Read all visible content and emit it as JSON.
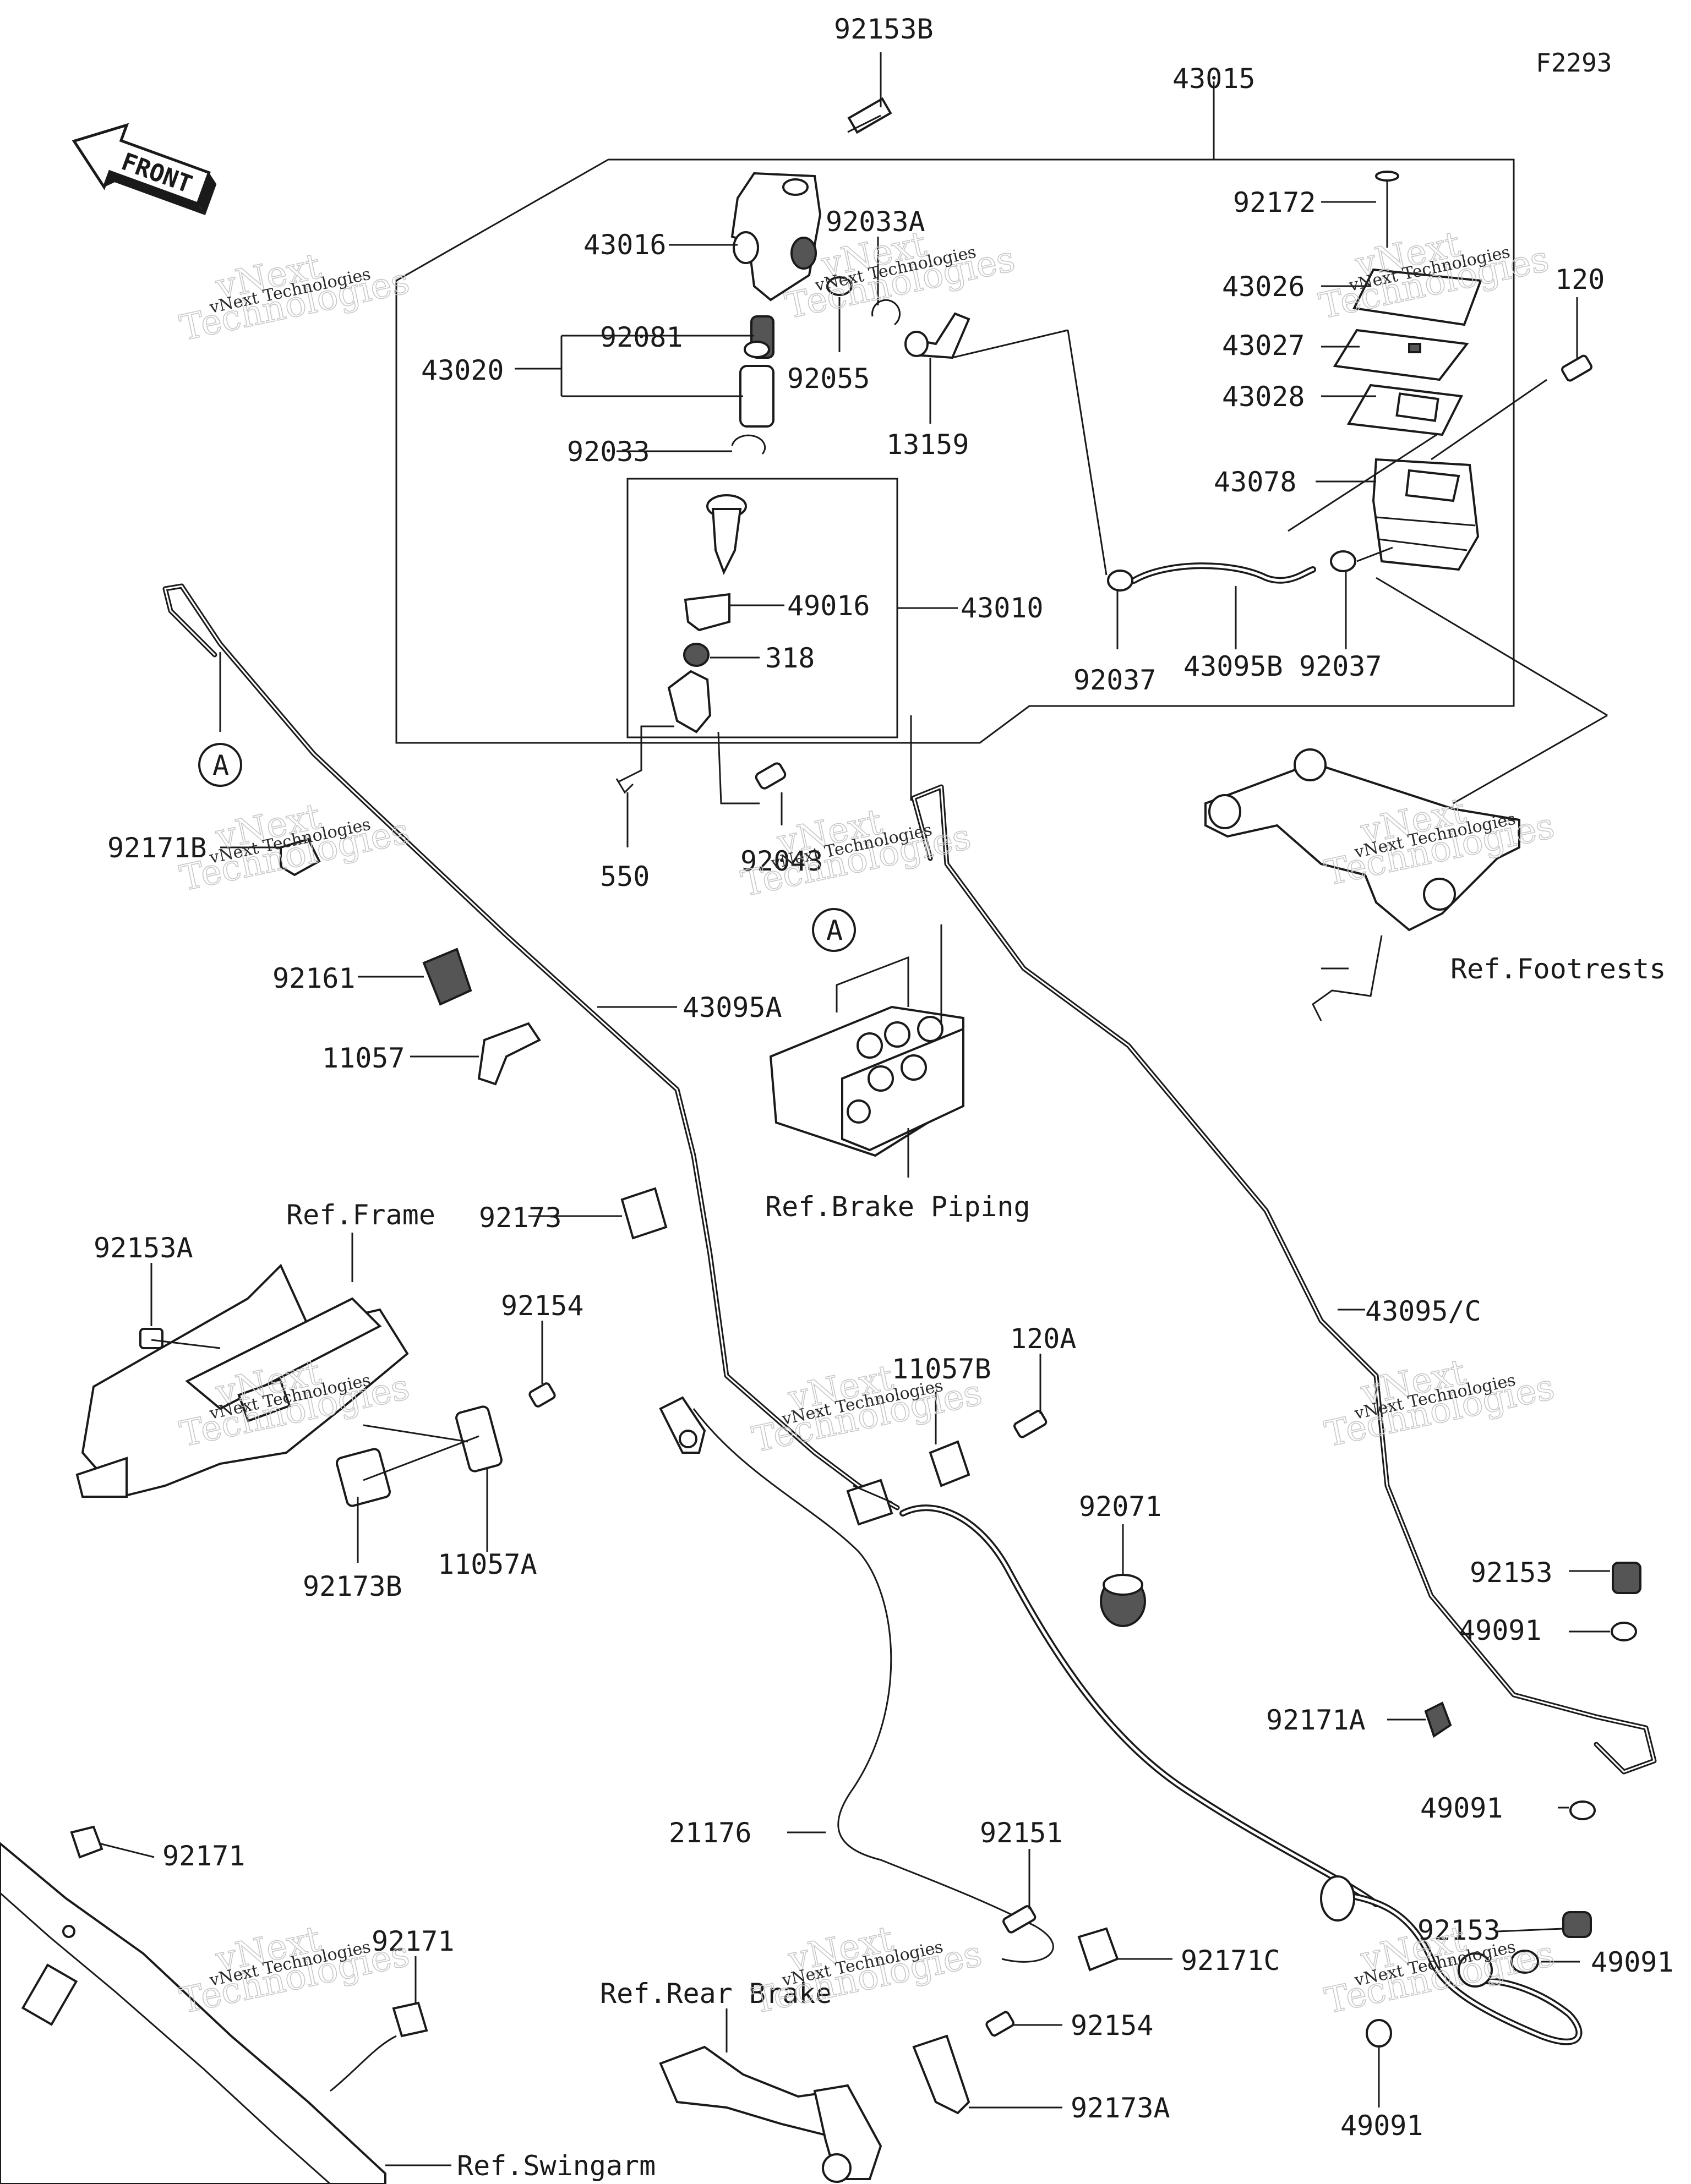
{
  "diagram_code": "F2293",
  "front_label": "FRONT",
  "callout_a": "A",
  "labels": {
    "p92153B": "92153B",
    "p43015": "43015",
    "p43016": "43016",
    "p92033A": "92033A",
    "p92172": "92172",
    "p43026": "43026",
    "p120": "120",
    "p43027": "43027",
    "p43028": "43028",
    "p43078": "43078",
    "p43020": "43020",
    "p92081": "92081",
    "p92055": "92055",
    "p13159": "13159",
    "p92033": "92033",
    "p49016": "49016",
    "p43010": "43010",
    "p318": "318",
    "p92037_left": "92037",
    "p43095B": "43095B",
    "p92037_right": "92037",
    "p550": "550",
    "p92043": "92043",
    "p92171B": "92171B",
    "p92161": "92161",
    "p43095A": "43095A",
    "p11057": "11057",
    "p92173": "92173",
    "ref_brake_piping": "Ref.Brake Piping",
    "ref_footrests": "Ref.Footrests",
    "ref_frame": "Ref.Frame",
    "p92153A": "92153A",
    "p92154_top": "92154",
    "p92173B": "92173B",
    "p11057A": "11057A",
    "p11057B": "11057B",
    "p120A": "120A",
    "p43095C": "43095/C",
    "p92071": "92071",
    "p92153_top": "92153",
    "p49091_1": "49091",
    "p92171A": "92171A",
    "p49091_2": "49091",
    "p92171_a": "92171",
    "p21176": "21176",
    "p92151": "92151",
    "p92171C": "92171C",
    "p92153_bottom": "92153",
    "p49091_3": "49091",
    "p92171_b": "92171",
    "ref_rear_brake": "Ref.Rear Brake",
    "p92154_bottom": "92154",
    "p92173A": "92173A",
    "p49091_4": "49091",
    "ref_swingarm": "Ref.Swingarm"
  },
  "watermark": {
    "line1": "vNext",
    "line2": "Technologies",
    "caption": "vNext Technologies"
  }
}
